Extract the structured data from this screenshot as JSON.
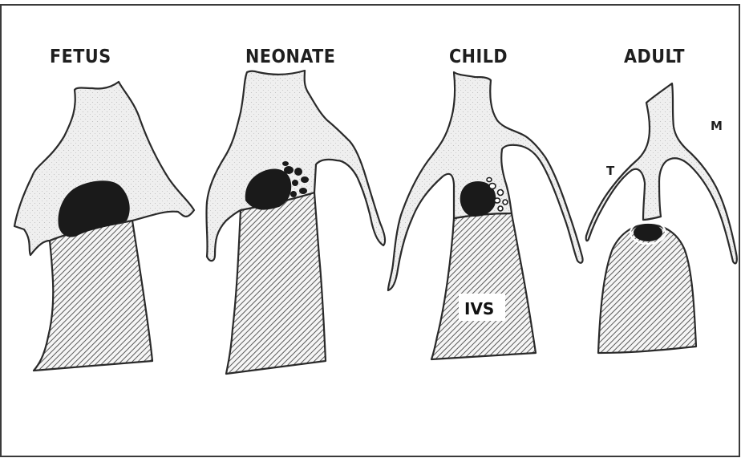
{
  "panels": [
    {
      "title": "FETUS"
    },
    {
      "title": "NEONATE"
    },
    {
      "title": "CHILD",
      "septum_label": "IVS"
    },
    {
      "title": "ADULT",
      "left_branch_label": "T",
      "right_branch_label": "M"
    }
  ],
  "colors": {
    "frame": "#3a3a3a",
    "outline": "#2a2a2a",
    "stipple": "#f1f1f1",
    "hatch": "#555555",
    "node": "#1a1a1a"
  }
}
